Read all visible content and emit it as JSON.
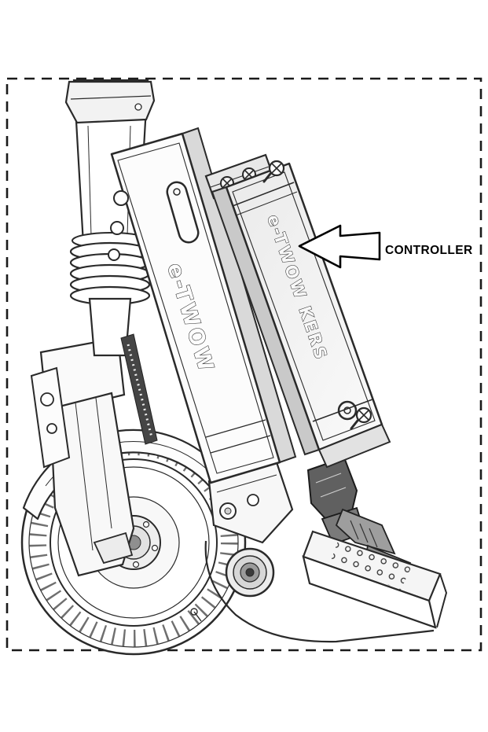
{
  "callout": {
    "label": "CONTROLLER"
  },
  "markings": {
    "stem_brand": "e-TWOW",
    "controller_brand": "e-TWOW KERS"
  },
  "colors": {
    "line": "#2a2a2a",
    "paper": "#ffffff",
    "latch_dark": "#606060"
  }
}
